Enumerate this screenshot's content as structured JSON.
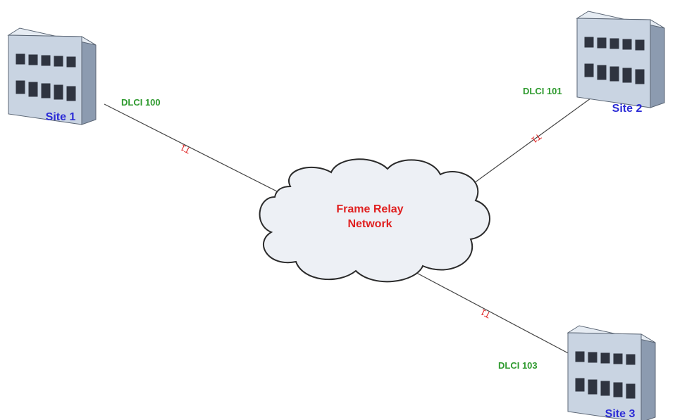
{
  "colors": {
    "site_label": "#2b2bd6",
    "dlci_label": "#2e9a2e",
    "cloud_label": "#e02020",
    "link_label": "#e02020",
    "line": "#444444",
    "cloud_fill": "#edf0f5",
    "cloud_stroke": "#2a2a2a",
    "building_front": "#c9d4e2",
    "building_side": "#8c9bb0",
    "building_top": "#e6ecf3",
    "window": "#2f3440"
  },
  "icons": {
    "building": "building-icon",
    "cloud": "cloud-icon"
  },
  "cloud": {
    "line1": "Frame Relay",
    "line2": "Network"
  },
  "sites": [
    {
      "label": "Site 1",
      "dlci": "DLCI 100",
      "link": "T1"
    },
    {
      "label": "Site 2",
      "dlci": "DLCI 101",
      "link": "T1"
    },
    {
      "label": "Site 3",
      "dlci": "DLCI 103",
      "link": "T1"
    }
  ]
}
